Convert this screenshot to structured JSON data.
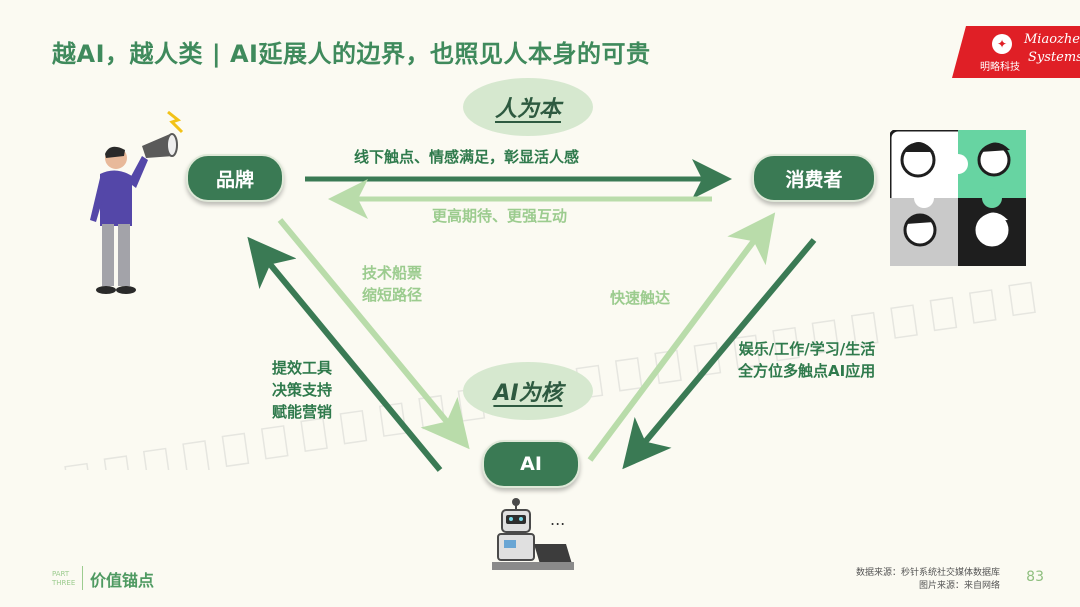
{
  "title": "越AI，越人类 | AI延展人的边界，也照见人本身的可贵",
  "logo": {
    "cn": "明略科技",
    "en_line1": "Miaozhen",
    "en_line2": "Systems"
  },
  "nodes": {
    "brand": "品牌",
    "consumer": "消费者",
    "ai": "AI"
  },
  "ovals": {
    "human": "人为本",
    "ai": "AI为核"
  },
  "labels": {
    "brand_to_consumer": "线下触点、情感满足，彰显活人感",
    "consumer_to_brand": "更高期待、更强互动",
    "brand_to_ai_l1": "技术船票",
    "brand_to_ai_l2": "缩短路径",
    "ai_to_brand_l1": "提效工具",
    "ai_to_brand_l2": "决策支持",
    "ai_to_brand_l3": "赋能营销",
    "ai_to_consumer": "快速触达",
    "consumer_to_ai_l1": "娱乐/工作/学习/生活",
    "consumer_to_ai_l2": "全方位多触点AI应用"
  },
  "robot_ellipsis": "...",
  "footer": {
    "part_line1": "PART",
    "part_line2": "THREE",
    "section": "价值锚点",
    "source_line1": "数据来源：秒针系统社交媒体数据库",
    "source_line2": "图片来源：来自网络",
    "page": "83"
  },
  "colors": {
    "dark_green": "#3a7a54",
    "light_green": "#b9dcaa",
    "accent_red": "#e01f26"
  }
}
